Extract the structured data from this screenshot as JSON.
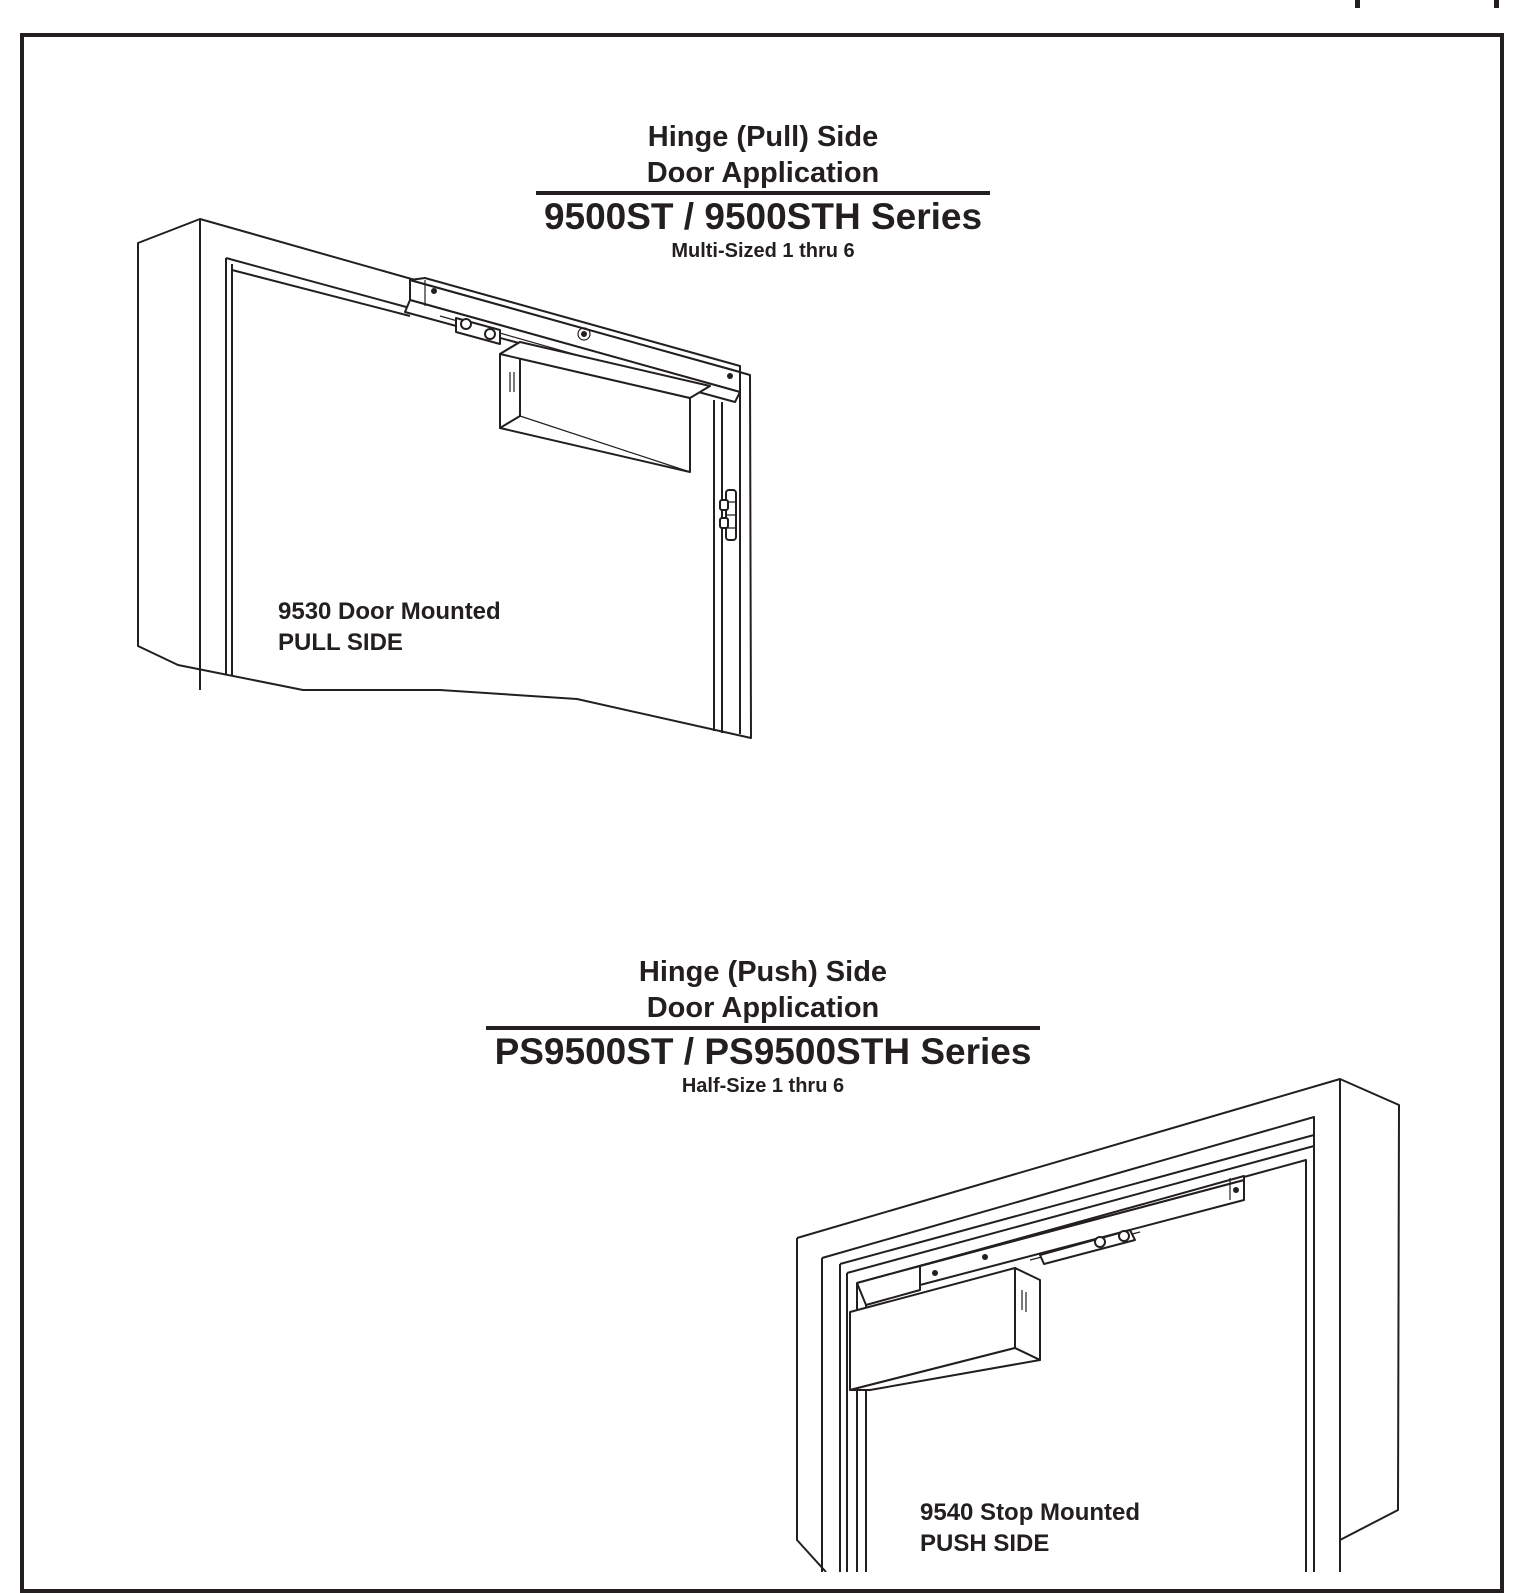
{
  "top_diagram": {
    "heading_line1": "Hinge (Pull) Side",
    "heading_line2": "Door Application",
    "series": "9500ST / 9500STH Series",
    "subtitle": "Multi-Sized 1 thru 6",
    "caption_line1": "9530 Door Mounted",
    "caption_line2": "PULL SIDE"
  },
  "bottom_diagram": {
    "heading_line1": "Hinge (Push) Side",
    "heading_line2": "Door Application",
    "series": "PS9500ST / PS9500STH Series",
    "subtitle": "Half-Size 1 thru 6",
    "caption_line1": "9540 Stop Mounted",
    "caption_line2": "PUSH SIDE"
  },
  "colors": {
    "ink": "#231f20",
    "paper": "#ffffff"
  }
}
